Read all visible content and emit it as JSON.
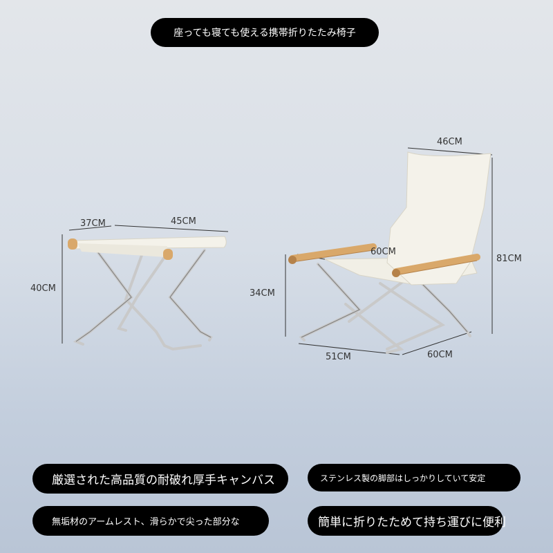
{
  "title": "座っても寝ても使える携帯折りたたみ椅子",
  "stool": {
    "depth": "37CM",
    "width": "45CM",
    "height": "40CM"
  },
  "chair": {
    "back_width": "46CM",
    "arm_width": "60CM",
    "total_height": "81CM",
    "seat_height": "34CM",
    "depth": "51CM",
    "width": "60CM"
  },
  "features": [
    "厳選された高品質の耐破れ厚手キャンバス",
    "ステンレス製の脚部はしっかりしていて安定",
    "無垢材のアームレスト、滑らかで尖った部分な",
    "簡単に折りたためて持ち運びに便利"
  ],
  "colors": {
    "pill_bg": "#000000",
    "canvas": "#f4f2ea",
    "wood": "#d9a86a",
    "steel": "#c9c9c9"
  }
}
